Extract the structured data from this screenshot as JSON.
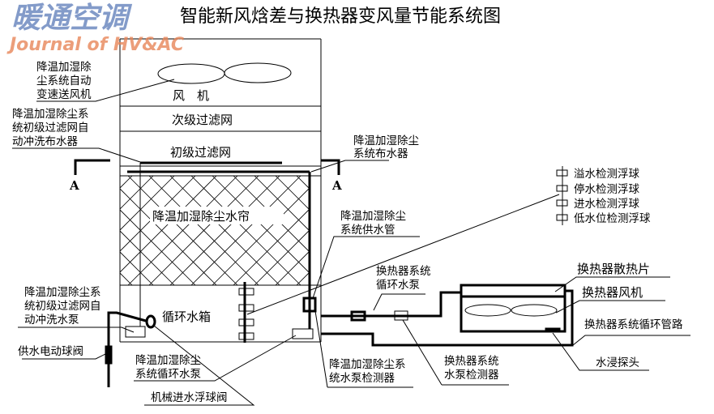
{
  "title": "智能新风焓差与换热器变风量节能系统图",
  "watermark": {
    "cn": "暖通空调",
    "en": "Journal of HV&AC"
  },
  "unit": {
    "fan": "风　机",
    "secondary_filter": "次级过滤网",
    "primary_filter": "初级过滤网",
    "water_curtain": "降温加湿除尘水帘",
    "water_tank": "循环水箱"
  },
  "labels": {
    "supply_fan": [
      "降温加湿除",
      "尘系统自动",
      "变速送风机"
    ],
    "filter_sprayer": [
      "降温加湿除尘系",
      "统初级过滤网自",
      "动冲洗布水器"
    ],
    "system_sprayer": [
      "降温加湿除尘",
      "系统布水器"
    ],
    "supply_pipe": [
      "降温加湿除尘",
      "系统供水管"
    ],
    "filter_pump": [
      "降温加湿除尘系",
      "统初级过滤网自",
      "动冲洗水泵"
    ],
    "supply_valve": "供水电动球阀",
    "circ_pump": [
      "降温加湿除尘",
      "系统循环水泵"
    ],
    "float_valve": "机械进水浮球阀",
    "pump_detector": [
      "降温加湿除尘系",
      "统水泵检测器"
    ],
    "hx_pump": [
      "换热器系统",
      "循环水泵"
    ],
    "hx_pump_detector": [
      "换热器系统",
      "水泵检测器"
    ],
    "hx_fins": "换热器散热片",
    "hx_fan": "换热器风机",
    "hx_pipe": "换热器系统循环管路",
    "leak_probe": "水浸探头",
    "section_mark": "A"
  },
  "float_legend": [
    "溢水检测浮球",
    "停水检测浮球",
    "进水检测浮球",
    "低水位检测浮球"
  ]
}
